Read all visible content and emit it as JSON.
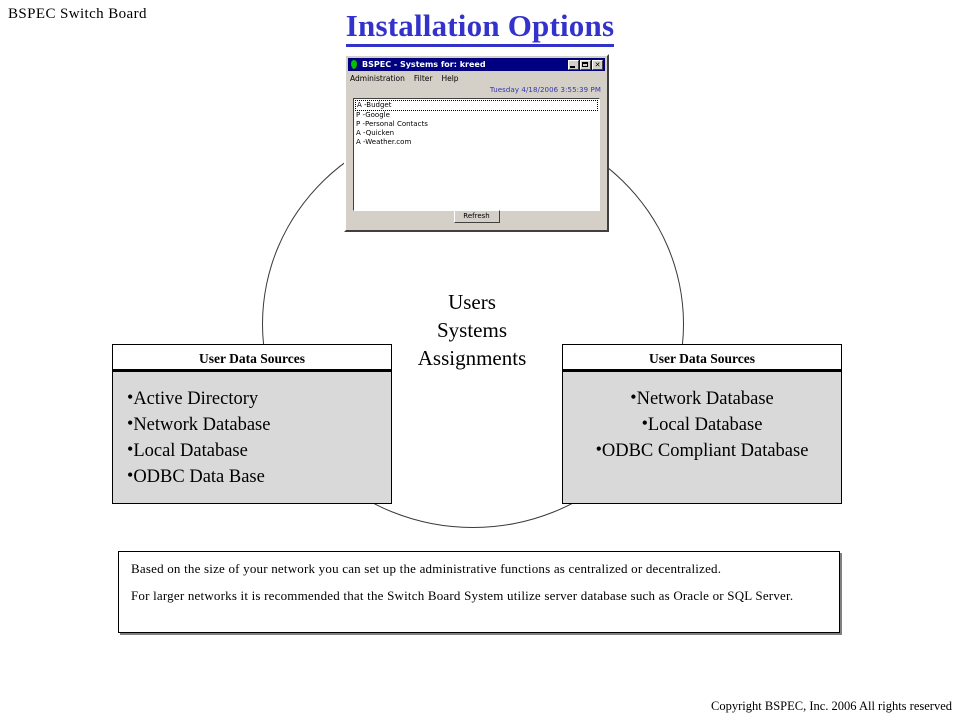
{
  "slide": {
    "label": "BSPEC Switch Board",
    "title": "Installation Options",
    "copyright": "Copyright BSPEC, Inc. 2006  All rights reserved"
  },
  "app_window": {
    "icon": "green-leaf-icon",
    "title": "BSPEC  - Systems for: kreed",
    "buttons": {
      "minimize": "minimize-icon",
      "maximize": "maximize-icon",
      "close": "✕"
    },
    "menus": [
      "Administration",
      "Filter",
      "Help"
    ],
    "datetime": "Tuesday  4/18/2006 3:55:39 PM",
    "list_items": [
      {
        "text": "A -Budget",
        "selected": true
      },
      {
        "text": "P -Google",
        "selected": false
      },
      {
        "text": "P -Personal Contacts",
        "selected": false
      },
      {
        "text": "A -Quicken",
        "selected": false
      },
      {
        "text": "A -Weather.com",
        "selected": false
      }
    ],
    "refresh_label": "Refresh"
  },
  "center": {
    "lines": [
      "Users",
      "Systems",
      "Assignments"
    ]
  },
  "data_sources": {
    "left": {
      "header": "User Data Sources",
      "items": [
        "Active Directory",
        "Network Database",
        "Local Database",
        "ODBC Data Base"
      ]
    },
    "right": {
      "header": "User Data Sources",
      "items": [
        "Network Database",
        "Local Database",
        "ODBC Compliant Database"
      ]
    }
  },
  "note": {
    "paragraph1": "Based on the size of your network you can set up the administrative functions as centralized or decentralized.",
    "paragraph2": "For larger networks it is recommended that the Switch Board System utilize server database such as Oracle or SQL Server."
  },
  "colors": {
    "title_blue": "#3333CC",
    "titlebar_navy": "#000080",
    "window_face": "#d4d0c8",
    "box_fill": "#d9d9d9"
  }
}
